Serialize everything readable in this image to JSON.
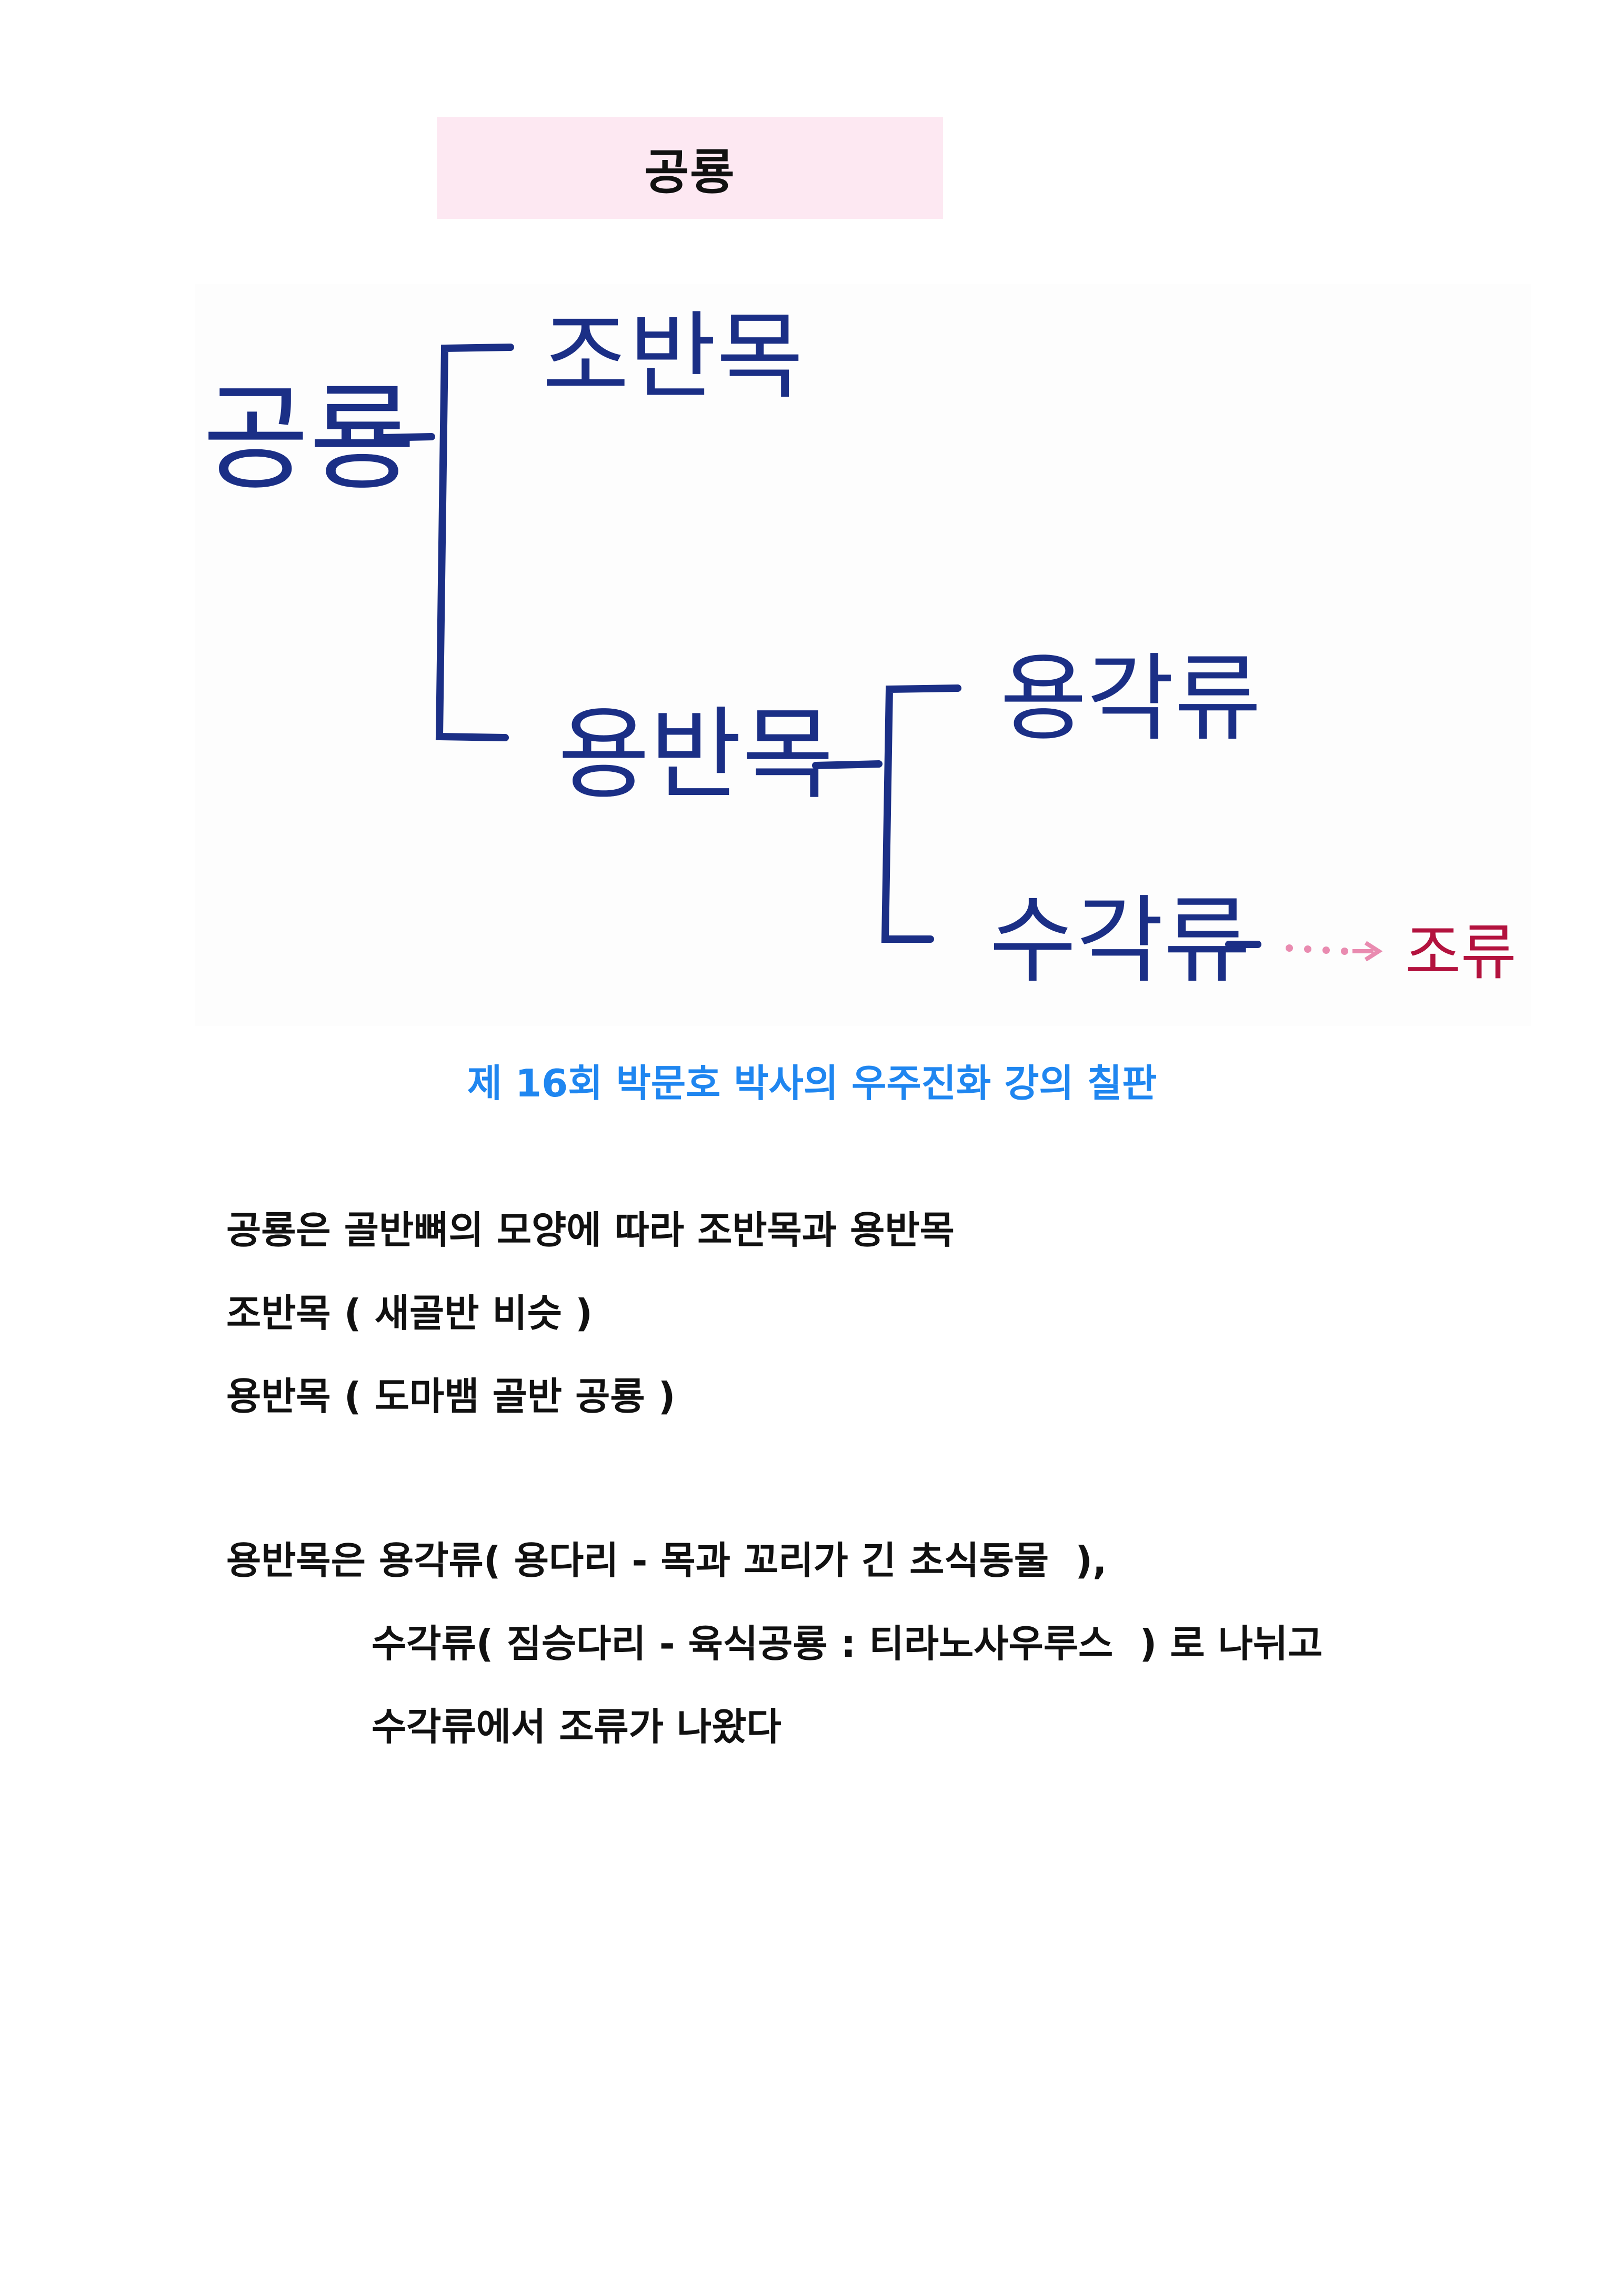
{
  "title": "공룡",
  "diagram": {
    "root": "공룡",
    "branch_top": "조반목",
    "branch_bottom": "용반목",
    "sub_top": "용각류",
    "sub_bottom": "수각류",
    "descendant": "조류",
    "ink_color": "#1b2f86",
    "descendant_color": "#b3123e",
    "arrow_color": "#e98bb0"
  },
  "caption": "제 16회 박문호 박사의 우주진화 강의 칠판",
  "caption_color": "#1f86f0",
  "paragraph1": [
    "공룡은 골반뼈의 모양에 따라 조반목과 용반목",
    "조반목 ( 새골반 비슷 )",
    "용반목 ( 도마뱀 골반 공룡 )"
  ],
  "paragraph2": [
    "용반목은 용각류( 용다리 - 목과 꼬리가 긴 초식동물  ),",
    "수각류( 짐승다리 - 육식공룡 : 티라노사우루스  ) 로 나뉘고",
    "수각류에서 조류가 나왔다"
  ],
  "title_bg": "#fde8f2"
}
